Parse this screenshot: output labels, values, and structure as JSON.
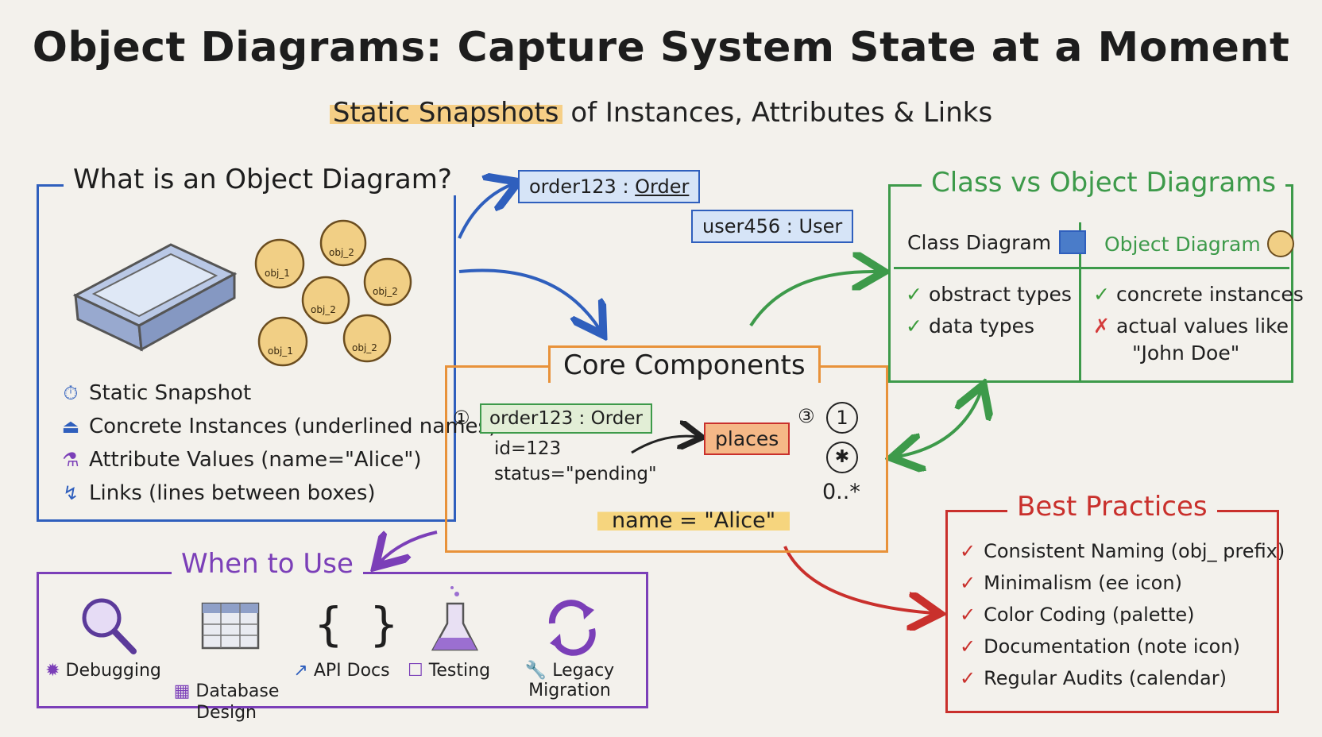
{
  "header": {
    "title": "Object Diagrams: Capture System State at a Moment",
    "subtitle_highlight": "Static Snapshots",
    "subtitle_rest": " of Instances, Attributes & Links"
  },
  "what_is": {
    "title": "What is an Object Diagram?",
    "cookies": [
      "obj_1",
      "obj_2",
      "obj_2",
      "obj_2",
      "obj_1",
      "obj_2"
    ],
    "items": [
      {
        "icon": "stopwatch-icon",
        "glyph": "⏱",
        "text": "Static Snapshot"
      },
      {
        "icon": "cookie-cutter-icon",
        "glyph": "⏏",
        "text": "Concrete Instances (underlined names)"
      },
      {
        "icon": "flask-icon",
        "glyph": "⚗",
        "text": "Attribute Values (name=\"Alice\")"
      },
      {
        "icon": "link-icon",
        "glyph": "↯",
        "text": "Links (lines between boxes)"
      }
    ]
  },
  "floating_objects": [
    {
      "name": "order123",
      "type": "Order"
    },
    {
      "name": "user456",
      "type": "User"
    }
  ],
  "core": {
    "title": "Core Components",
    "marker1": "①",
    "object_name": "order123",
    "object_type": "Order",
    "attr1": "id=123",
    "attr2": "status=\"pending\"",
    "link_label": "places",
    "marker3": "③",
    "mult_one": "1",
    "mult_star": "✱",
    "mult_range": "0..*",
    "attr_note": "name = \"Alice\""
  },
  "class_vs_object": {
    "title": "Class vs Object Diagrams",
    "left_header": "Class Diagram",
    "right_header": "Object Diagram",
    "left_items": [
      "obstract types",
      "data types"
    ],
    "right_items": [
      {
        "mark": "✓",
        "text": "concrete instances"
      },
      {
        "mark": "✗",
        "text": "actual values like"
      }
    ],
    "right_item_cont": "\"John Doe\""
  },
  "when_to_use": {
    "title": "When to Use",
    "items": [
      {
        "label": "Debugging",
        "big_icon": "magnifier-icon",
        "small_icon": "bug-icon"
      },
      {
        "label": "Database\nDesign",
        "big_icon": "table-icon",
        "small_icon": "grid-icon"
      },
      {
        "label": "API Docs",
        "big_icon": "braces-icon",
        "small_icon": "arrow-icon"
      },
      {
        "label": "Testing",
        "big_icon": "beaker-icon",
        "small_icon": "doc-icon"
      },
      {
        "label": "Legacy Migration",
        "big_icon": "refresh-icon",
        "small_icon": "wrench-icon"
      }
    ]
  },
  "best_practices": {
    "title": "Best Practices",
    "items": [
      "Consistent Naming (obj_ prefix)",
      "Minimalism (ee icon)",
      "Color Coding (palette)",
      "Documentation (note icon)",
      "Regular Audits (calendar)"
    ]
  },
  "colors": {
    "blue": "#2f5fbd",
    "orange": "#e8923a",
    "green": "#3d9a4a",
    "purple": "#7b3fb8",
    "red": "#c9302c"
  }
}
